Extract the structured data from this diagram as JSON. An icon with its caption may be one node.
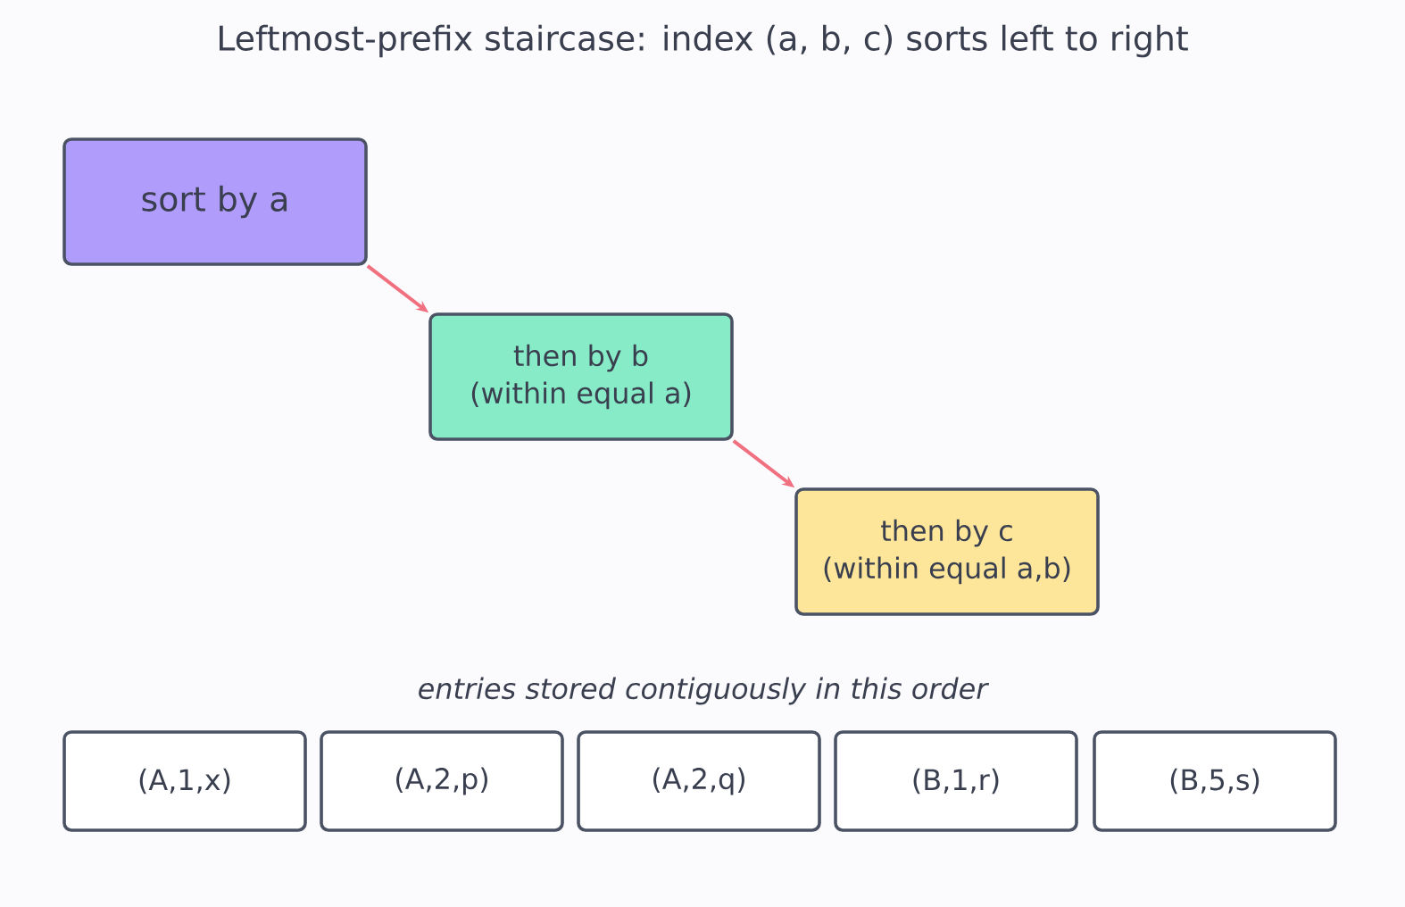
{
  "diagram": {
    "title": "Leftmost-prefix staircase: index (a, b, c) sorts left to right",
    "nodes": [
      {
        "text": [
          "sort by a"
        ]
      },
      {
        "text": [
          "then by b",
          "(within equal a)"
        ]
      },
      {
        "text": [
          "then by c",
          "(within equal a,b)"
        ]
      },
      {
        "text": [
          "(A,1,x)"
        ]
      },
      {
        "text": [
          "(A,2,p)"
        ]
      },
      {
        "text": [
          "(A,2,q)"
        ]
      },
      {
        "text": [
          "(B,1,r)"
        ]
      },
      {
        "text": [
          "(B,5,s)"
        ]
      }
    ],
    "edges": [
      {
        "from": 0,
        "to": 1,
        "arrow": "to"
      },
      {
        "from": 1,
        "to": 2,
        "arrow": "to"
      }
    ],
    "labels": [
      "entries stored contiguously in this order"
    ]
  }
}
